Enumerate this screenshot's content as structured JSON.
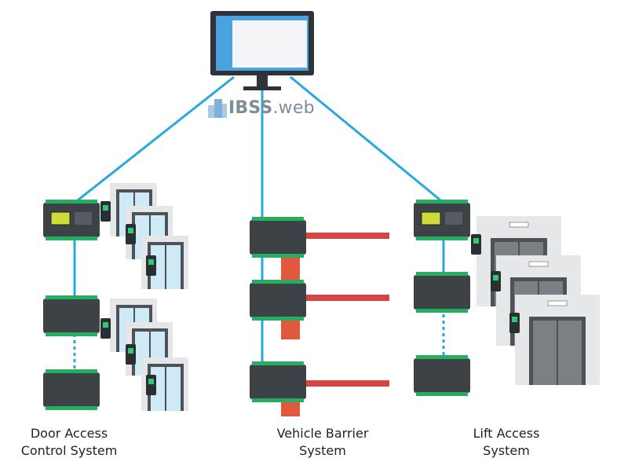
{
  "brand": {
    "name_bold": "IBSS",
    "name_suffix": ".web",
    "icon": "building-icon"
  },
  "groups": [
    {
      "key": "door",
      "caption_line1": "Door Access",
      "caption_line2": "Control System"
    },
    {
      "key": "vehicle",
      "caption_line1": "Vehicle Barrier",
      "caption_line2": "System"
    },
    {
      "key": "lift",
      "caption_line1": "Lift Access",
      "caption_line2": "System"
    }
  ],
  "colors": {
    "link": "#29a8e0",
    "controller": "#3d4247",
    "terminal": "#27ae60",
    "barrier_post": "#e2583e",
    "barrier_arm": "#d64541",
    "monitor_frame": "#2d3339",
    "screen": "#4aa3df"
  }
}
